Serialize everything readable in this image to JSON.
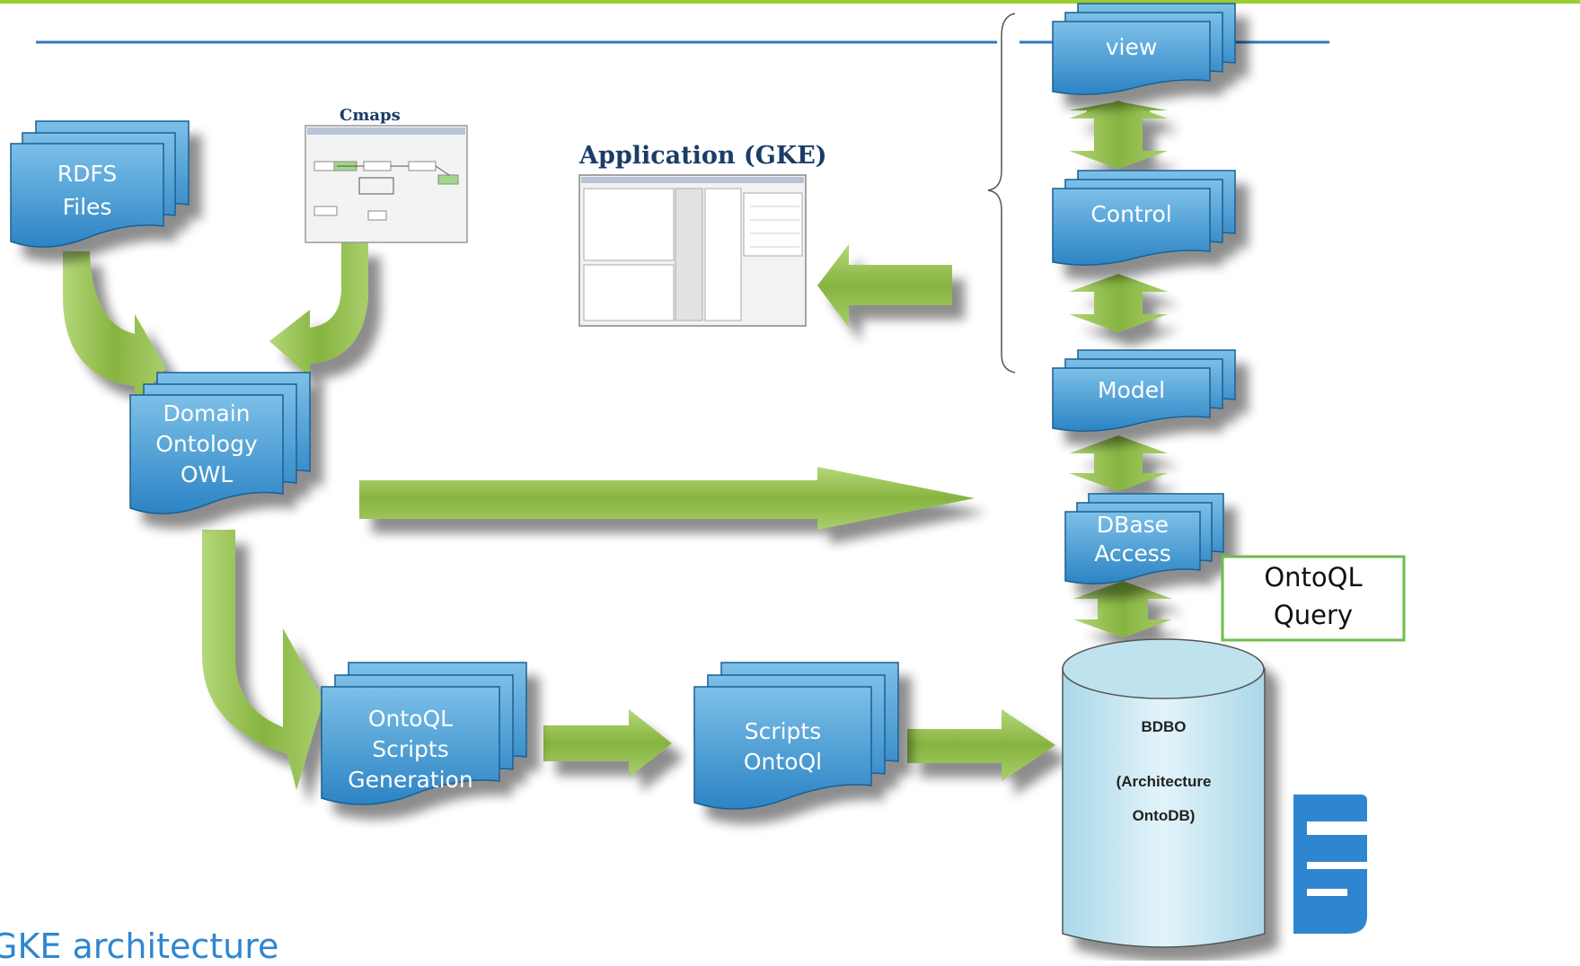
{
  "colors": {
    "top_line": "#9acd32",
    "blue_line": "#2f78c0",
    "doc_fill_top": "#6bb3e0",
    "doc_fill_bottom": "#2f86c6",
    "arrow_green": "#8db84a",
    "db_fill": "#cfeaf3",
    "ontoql_box_border": "#6bbf4a"
  },
  "nodes": {
    "rdfs": "RDFS\nFiles",
    "domain": "Domain\nOntology\nOWL",
    "ontoql_gen": "OntoQL\nScripts\nGeneration",
    "scripts": "Scripts\nOntoQl",
    "view": "view",
    "control": "Control",
    "model": "Model",
    "dbase": "DBase\nAccess"
  },
  "images": {
    "cmaps_title": "Cmaps",
    "app_title": "Application (GKE)"
  },
  "database": {
    "name": "BDBO",
    "subtitle": "(Architecture\nOntoDB)"
  },
  "ontoql_query": "OntoQL\nQuery",
  "footer_title": "GKE architecture"
}
